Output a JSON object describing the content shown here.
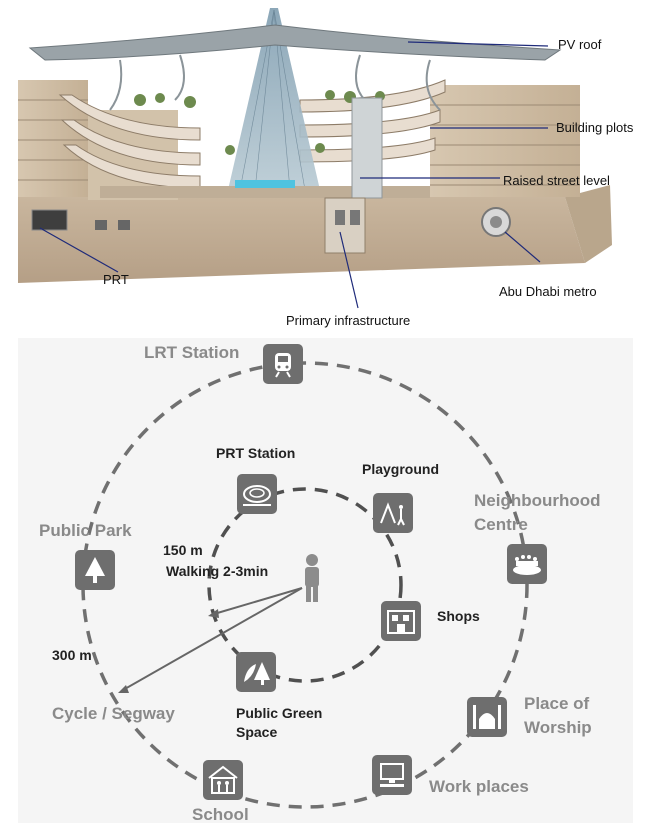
{
  "section_illustration": {
    "callouts": {
      "pv_roof": "PV roof",
      "building_plots": "Building plots",
      "raised_street_level": "Raised street level",
      "abu_dhabi_metro": "Abu Dhabi metro",
      "prt": "PRT",
      "primary_infrastructure": "Primary infrastructure"
    }
  },
  "walkability_diagram": {
    "outer_ring_label": "300 m",
    "inner_ring_label": "150 m",
    "walking_time": "Walking 2-3min",
    "nodes": {
      "lrt_station": "LRT Station",
      "prt_station": "PRT Station",
      "playground": "Playground",
      "neighbourhood_centre_1": "Neighbourhood",
      "neighbourhood_centre_2": "Centre",
      "public_park": "Public Park",
      "shops": "Shops",
      "cycle_segway": "Cycle / Segway",
      "public_green_space_1": "Public Green",
      "public_green_space_2": "Space",
      "place_of_worship_1": "Place of",
      "place_of_worship_2": "Worship",
      "work_places": "Work places",
      "school": "School"
    },
    "colors": {
      "ring": "#707070",
      "icon_bg": "#6e6e6e",
      "label_grey": "#8a8a8a"
    }
  }
}
